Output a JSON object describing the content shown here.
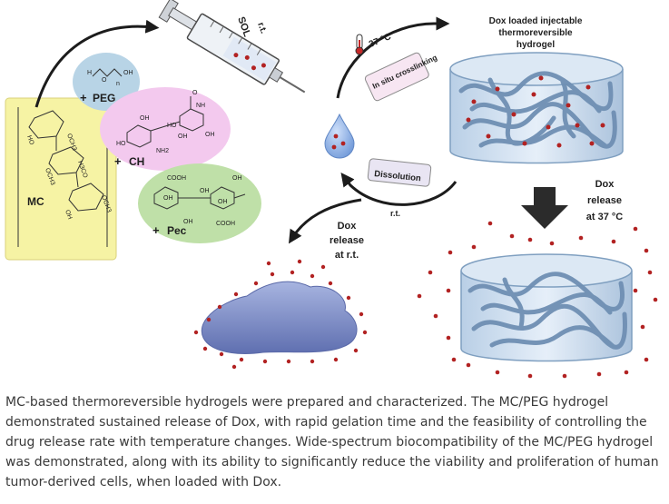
{
  "figure": {
    "syringe": {
      "sol_label": "SOL",
      "rt_label": "r.t."
    },
    "polymers": {
      "peg": {
        "prefix": "+",
        "name": "PEG",
        "atoms": [
          "H",
          "O",
          "OH",
          "n"
        ]
      },
      "ch": {
        "prefix": "+",
        "name": "CH",
        "atoms": [
          "O",
          "NH",
          "OH",
          "HO",
          "OH",
          "NH2",
          "HO",
          "OH"
        ]
      },
      "pec": {
        "prefix": "+",
        "name": "Pec",
        "atoms": [
          "COOH",
          "OH",
          "OH",
          "OH",
          "OH",
          "OH",
          "COOH"
        ]
      },
      "mc": {
        "name": "MC",
        "atoms": [
          "HO",
          "OCH3",
          "OCH3",
          "H3CO",
          "OCH3",
          "OH"
        ]
      }
    },
    "heating": {
      "temperature": "37 °C",
      "step": "In situ crosslinking"
    },
    "hydrogel_title": [
      "Dox loaded injectable",
      "thermoreversible",
      "hydrogel"
    ],
    "dissolution": {
      "step": "Dissolution",
      "rt_label": "r.t."
    },
    "release_rt": [
      "Dox",
      "release",
      "at r.t."
    ],
    "release_37": [
      "Dox",
      "release",
      "at 37 °C"
    ],
    "colors": {
      "peg_bubble": "#b8d4e6",
      "ch_bubble": "#f3c9ee",
      "pec_bubble": "#bfe0a8",
      "mc_panel": "#f6f3a4",
      "gel_fiber": "#7f9fc0",
      "dox_dot": "#b22222",
      "drop": "#7fa8e0",
      "blob": "#7e8fc8"
    }
  },
  "caption": "MC-based thermoreversible hydrogels were prepared and characterized. The MC/PEG hydrogel demonstrated sustained release of Dox, with rapid gelation time and the feasibility of controlling the drug release rate with temperature changes. Wide-spectrum biocompatibility of the MC/PEG hydrogel was demonstrated, along with its ability to significantly reduce the viability and proliferation of human tumor-derived cells, when loaded with Dox."
}
